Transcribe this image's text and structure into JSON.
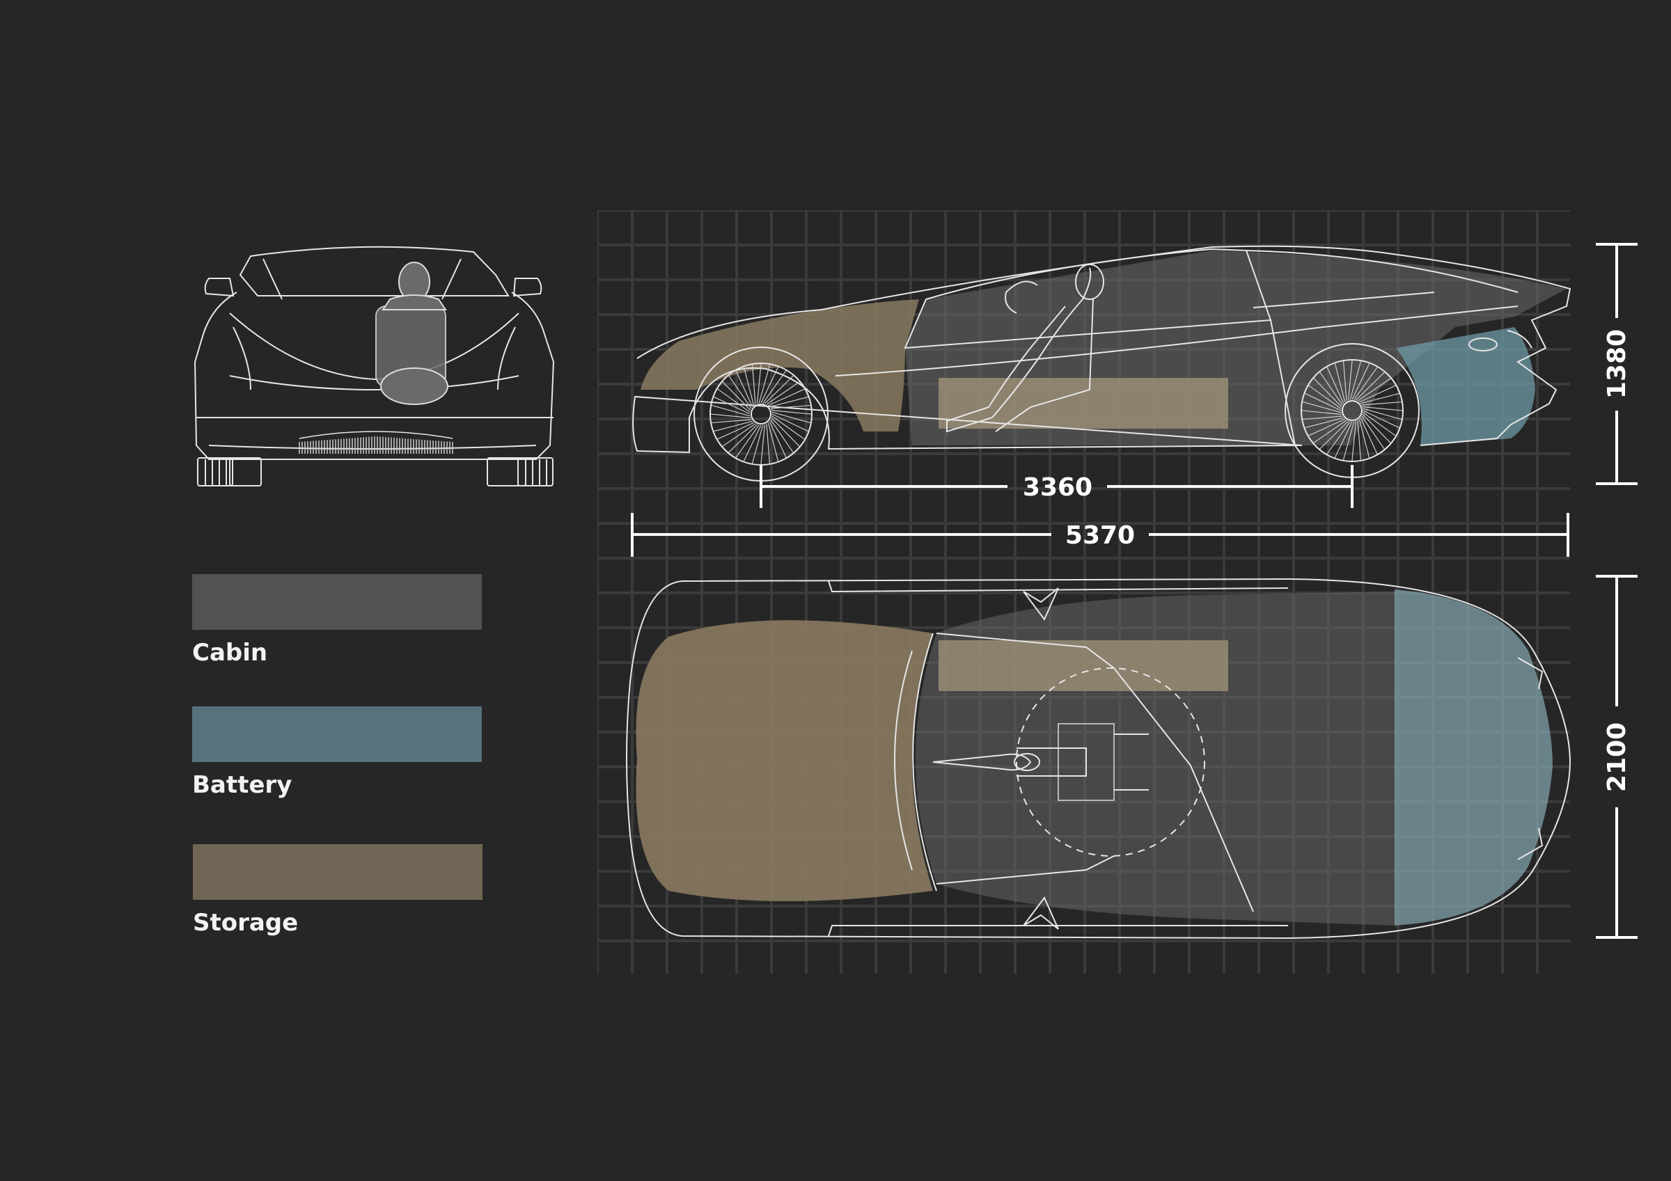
{
  "legend": [
    {
      "label": "Cabin",
      "color": "#525252"
    },
    {
      "label": "Battery",
      "color": "#56727b"
    },
    {
      "label": "Storage",
      "color": "#716656"
    }
  ],
  "dimensions": {
    "wheelbase": "3360",
    "length": "5370",
    "height": "1380",
    "width": "2100"
  },
  "colors": {
    "background": "#262626",
    "line": "#e6e6e6",
    "grid": "#3a3a3a",
    "cabin_fill": "#6a6a6a",
    "battery_fill": "#6f9aa6",
    "storage_fill": "#8a7a60"
  }
}
